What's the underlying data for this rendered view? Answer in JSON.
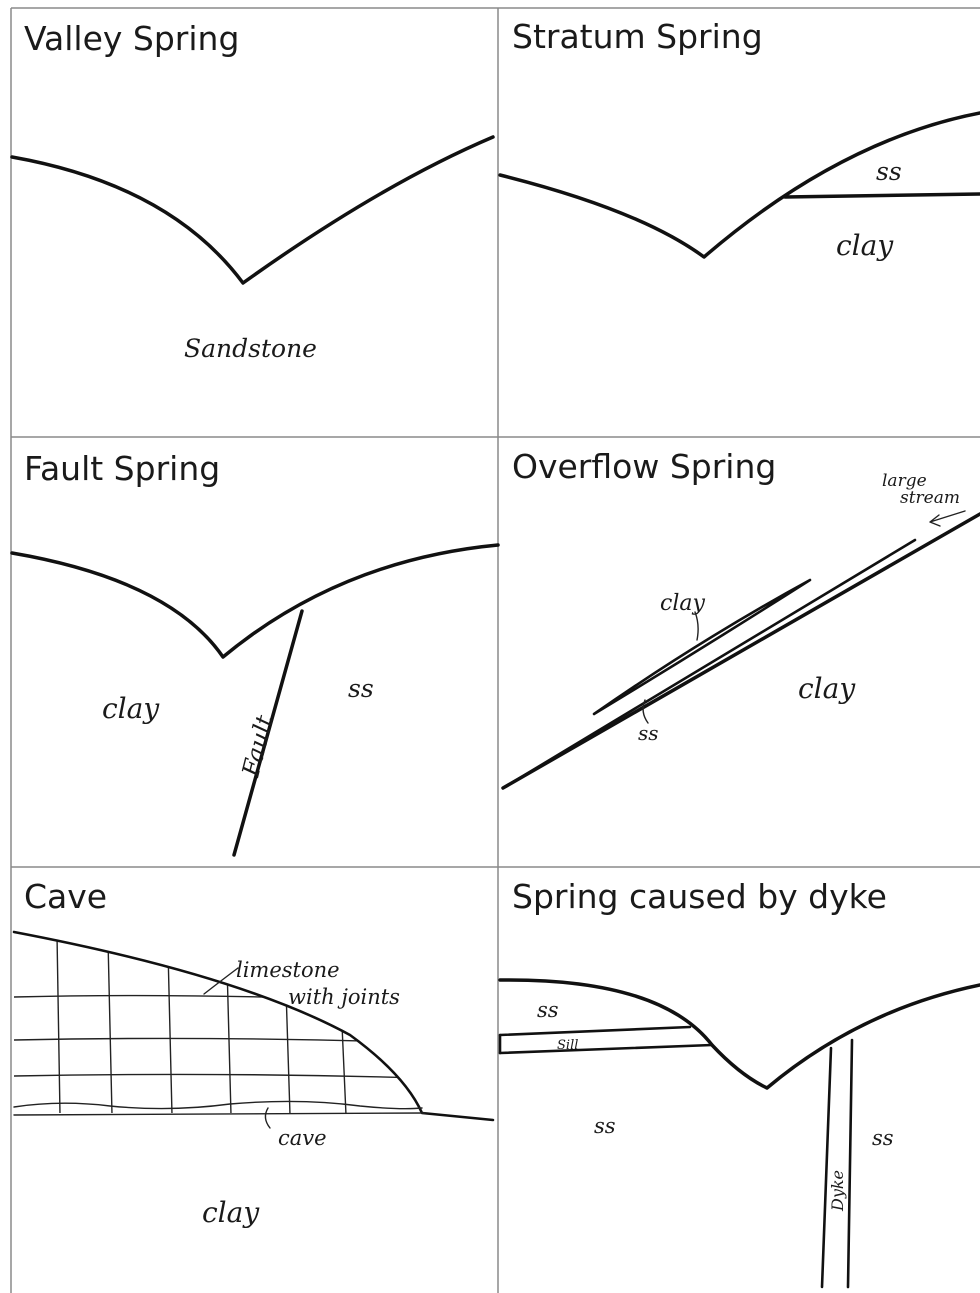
{
  "panels": {
    "valley": {
      "title": "Valley Spring",
      "labels": {
        "rock": "Sandstone"
      }
    },
    "stratum": {
      "title": "Stratum Spring",
      "labels": {
        "upper": "ss",
        "lower": "clay"
      }
    },
    "fault": {
      "title": "Fault Spring",
      "labels": {
        "left": "clay",
        "right": "ss",
        "fault": "Fault"
      }
    },
    "overflow": {
      "title": "Overflow Spring",
      "labels": {
        "stream": [
          "large",
          "stream"
        ],
        "clay_band": "clay",
        "ss_band": "ss",
        "body": "clay"
      }
    },
    "cave": {
      "title": "Cave",
      "labels": {
        "limestone": [
          "limestone",
          "with joints"
        ],
        "cave": "cave",
        "base": "clay"
      }
    },
    "dyke": {
      "title": "Spring caused by dyke",
      "labels": {
        "ss_top": "ss",
        "sill": "Sill",
        "ss_left": "ss",
        "ss_right": "ss",
        "dyke": "Dyke"
      }
    }
  }
}
